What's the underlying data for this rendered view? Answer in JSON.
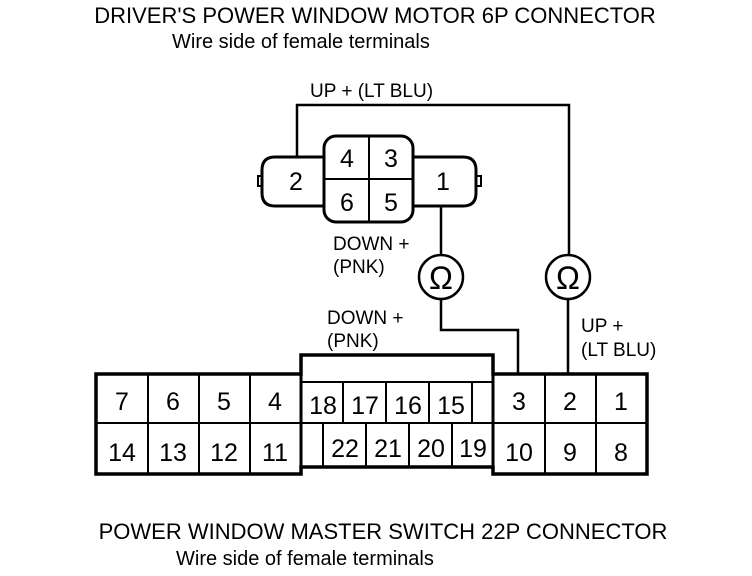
{
  "top": {
    "title": "DRIVER'S POWER WINDOW MOTOR 6P CONNECTOR",
    "subtitle": "Wire side of female terminals"
  },
  "bottom": {
    "title": "POWER WINDOW MASTER SWITCH 22P CONNECTOR",
    "subtitle": "Wire side of female terminals"
  },
  "motor_connector": {
    "pins": [
      "2",
      "4",
      "3",
      "6",
      "5",
      "1"
    ]
  },
  "master_connector": {
    "left_top": [
      "7",
      "6",
      "5",
      "4"
    ],
    "left_bottom": [
      "14",
      "13",
      "12",
      "11"
    ],
    "mid_top": [
      "18",
      "17",
      "16",
      "15"
    ],
    "mid_bottom": [
      "22",
      "21",
      "20",
      "19"
    ],
    "right_top": [
      "3",
      "2",
      "1"
    ],
    "right_bottom": [
      "10",
      "9",
      "8"
    ]
  },
  "labels": {
    "up_top": "UP +  (LT BLU)",
    "down_motor_line1": "DOWN +",
    "down_motor_line2": "(PNK)",
    "down_switch_line1": "DOWN +",
    "down_switch_line2": "(PNK)",
    "up_switch_line1": "UP +",
    "up_switch_line2": "(LT BLU)"
  },
  "meters": {
    "symbol": "Ω",
    "icon": "ohmmeter-icon"
  }
}
